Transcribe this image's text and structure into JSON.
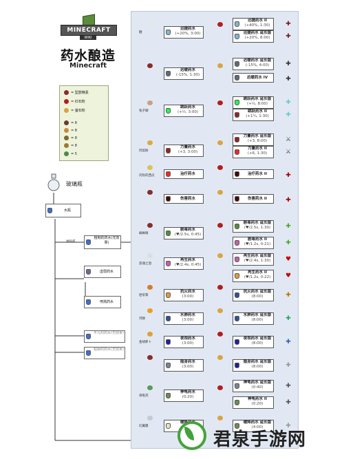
{
  "header": {
    "logo_text": "MINECRAFT",
    "logo_sub": "WIKI",
    "title": "药水酿造",
    "subtitle": "Minecraft"
  },
  "legend": {
    "items": [
      {
        "label": "= 型醇精素",
        "color": "#8a2b2b"
      },
      {
        "label": "= 红石粉",
        "color": "#b21e1e"
      },
      {
        "label": "= 萤石粉",
        "color": "#d9a441"
      },
      {
        "label": "= 8",
        "color": "#6b3a2a"
      },
      {
        "label": "= 8",
        "color": "#c98a3c"
      },
      {
        "label": "= 8",
        "color": "#7a6a2f"
      },
      {
        "label": "= 8",
        "color": "#9b7b2f"
      },
      {
        "label": "= 5",
        "color": "#4a8a4a"
      }
    ]
  },
  "start": {
    "bottle_label": "玻璃瓶",
    "water_label": "水瓶"
  },
  "left_flow": [
    {
      "name": "粗制的药水",
      "sub": "(无效果)",
      "ingredient": "地狱疣"
    },
    {
      "name": "平凡的药水",
      "sub": "(无效果)"
    },
    {
      "name": "平凡的药水",
      "sub": "(无效果)"
    },
    {
      "name": "粘稠的药水",
      "sub": "(无效果)"
    },
    {
      "name": "虚弱药水",
      "sub": ""
    },
    {
      "name": "喷溅药水",
      "sub": ""
    }
  ],
  "main_column": [
    {
      "name": "迅捷药水",
      "sub": "(+20%, 3:00)",
      "ingredient": "糖"
    },
    {
      "name": "迟缓药水",
      "sub": "(-15%, 1:30)",
      "ingredient": ""
    },
    {
      "name": "跳跃药水",
      "sub": "(+½, 3:00)",
      "ingredient": "兔子脚"
    },
    {
      "name": "力量药水",
      "sub": "(+3, 3:00)",
      "ingredient": "烈焰粉"
    },
    {
      "name": "治疗药水",
      "sub": "",
      "ingredient": "闪烁的西瓜"
    },
    {
      "name": "伤害药水",
      "sub": "",
      "ingredient": ""
    },
    {
      "name": "剧毒药水",
      "sub": "(♥/2.5s, 0:45)",
      "ingredient": "蜘蛛眼"
    },
    {
      "name": "再生药水",
      "sub": "(♥/2.4s, 0:45)",
      "ingredient": "恶魂之泪"
    },
    {
      "name": "抗火药水",
      "sub": "(3:00)",
      "ingredient": "岩浆膏"
    },
    {
      "name": "水肺药水",
      "sub": "(3:00)",
      "ingredient": "河豚"
    },
    {
      "name": "夜视药水",
      "sub": "(3:00)",
      "ingredient": "金胡萝卜"
    },
    {
      "name": "隐身药水",
      "sub": "(3:00)",
      "ingredient": ""
    },
    {
      "name": "神龟药水",
      "sub": "(0:20)",
      "ingredient": "海龟壳"
    },
    {
      "name": "缓降药水",
      "sub": "(1:30)",
      "ingredient": "幻翼膜"
    }
  ],
  "right_column": [
    {
      "name": "迅捷药水 II",
      "sub": "(+40%, 1:30)"
    },
    {
      "name": "迅捷药水 延长版",
      "sub": "(+20%, 8:00)"
    },
    {
      "name": "迟缓药水 延长版",
      "sub": "(-15%, 4:00)"
    },
    {
      "name": "迟缓药水 IV",
      "sub": ""
    },
    {
      "name": "跳跃药水 延长版",
      "sub": "(+½, 8:00)"
    },
    {
      "name": "跳跃药水 II",
      "sub": "(+1¼, 1:30)"
    },
    {
      "name": "力量药水 延长版",
      "sub": "(+3, 8:00)"
    },
    {
      "name": "力量药水 II",
      "sub": "(+6, 1:30)"
    },
    {
      "name": "治疗药水 II",
      "sub": ""
    },
    {
      "name": "伤害药水 II",
      "sub": ""
    },
    {
      "name": "剧毒药水 延长版",
      "sub": "(♥/2.5s, 1:30)"
    },
    {
      "name": "剧毒药水 II",
      "sub": "(♥/1.2s, 0:21)"
    },
    {
      "name": "再生药水 延长版",
      "sub": "(♥/2.4s, 1:30)"
    },
    {
      "name": "再生药水 II",
      "sub": "(♥/1.2s, 0:22)"
    },
    {
      "name": "抗火药水 延长版",
      "sub": "(8:00)"
    },
    {
      "name": "水肺药水 延长版",
      "sub": "(8:00)"
    },
    {
      "name": "夜视药水 延长版",
      "sub": "(8:00)"
    },
    {
      "name": "隐身药水 延长版",
      "sub": "(8:00)"
    },
    {
      "name": "神龟药水 延长版",
      "sub": "(0:40)"
    },
    {
      "name": "神龟药水 II",
      "sub": "(0:20)"
    },
    {
      "name": "缓降药水 延长版",
      "sub": "(4:00)"
    }
  ],
  "watermark": {
    "text": "君泉手游网"
  },
  "colors": {
    "panel": "#e1e8f3",
    "accent_green": "#43a03b",
    "redstone": "#b21e1e",
    "glowstone": "#d9a441"
  }
}
